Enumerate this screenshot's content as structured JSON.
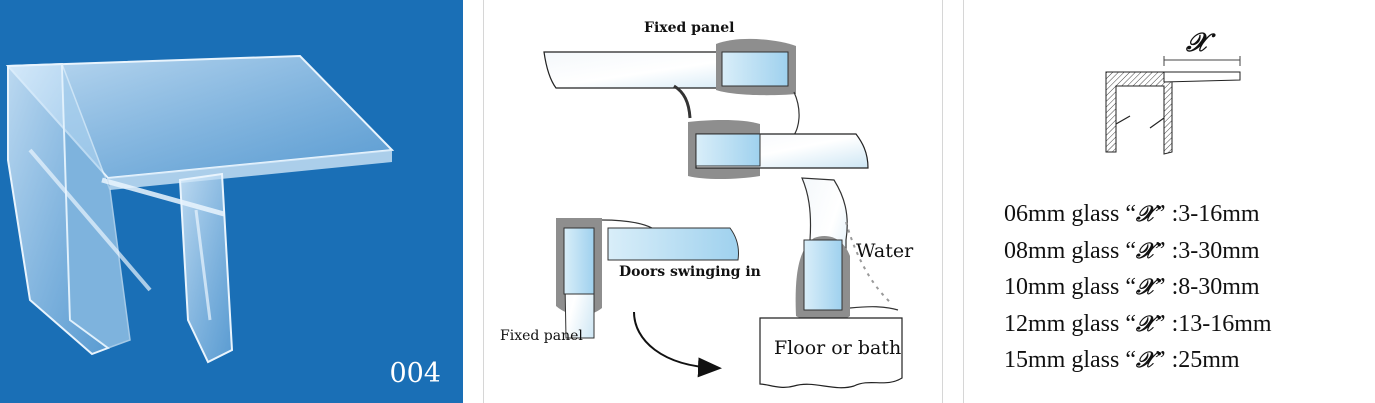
{
  "product": {
    "number": "004"
  },
  "diagram": {
    "fixed_panel_top": "Fixed panel",
    "fixed_panel_left": "Fixed panel",
    "doors_swinging_in": "Doors swinging in",
    "water": "Water",
    "floor_or_bath": "Floor or bath"
  },
  "profile": {
    "dimension_symbol": "𝒳",
    "specs": [
      {
        "glass": "06mm glass",
        "open": "“",
        "close": "”",
        "range": ":3-16mm"
      },
      {
        "glass": "08mm glass",
        "open": "“",
        "close": "”",
        "range": ":3-30mm"
      },
      {
        "glass": "10mm glass",
        "open": "“",
        "close": "”",
        "range": ":8-30mm"
      },
      {
        "glass": "12mm glass",
        "open": "“",
        "close": "”",
        "range": ":13-16mm"
      },
      {
        "glass": "15mm glass",
        "open": "“",
        "close": "”",
        "range": ":25mm"
      }
    ]
  },
  "colors": {
    "photo_bg": "#1a6fb6",
    "seal_gray": "#8e8e8e",
    "glass_blue": "#bfe0f2"
  }
}
